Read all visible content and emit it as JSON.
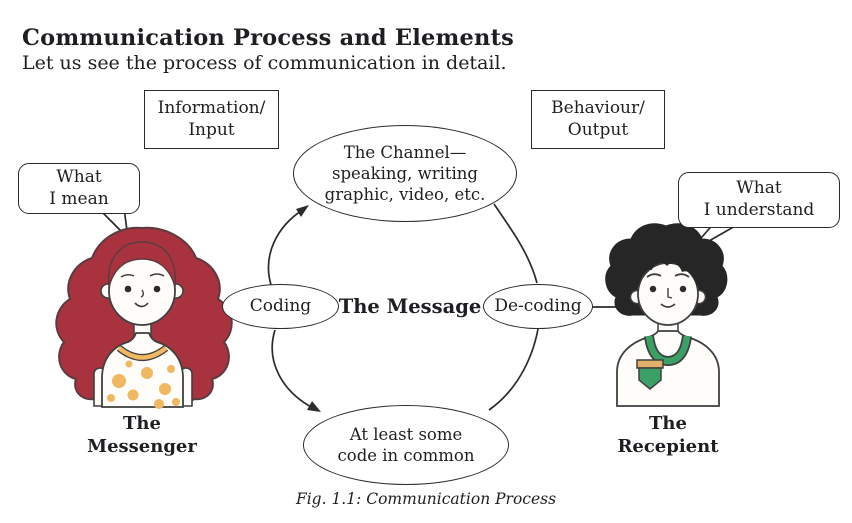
{
  "page": {
    "title": "Communication Process and Elements",
    "subtitle": "Let us see the process of communication in detail.",
    "caption": "Fig. 1.1: Communication Process"
  },
  "diagram": {
    "input_box": {
      "line1": "Information/",
      "line2": "Input"
    },
    "output_box": {
      "line1": "Behaviour/",
      "line2": "Output"
    },
    "messenger_bubble": {
      "line1": "What",
      "line2": "I mean"
    },
    "recipient_bubble": {
      "line1": "What",
      "line2": "I understand"
    },
    "channel_ellipse": {
      "line1": "The Channel—",
      "line2": "speaking, writing",
      "line3": "graphic, video, etc."
    },
    "coding_ellipse": {
      "label": "Coding"
    },
    "decoding_ellipse": {
      "label": "De-coding"
    },
    "message_label": "The Message",
    "common_code_ellipse": {
      "line1": "At least some",
      "line2": "code in common"
    },
    "messenger_label": {
      "line1": "The",
      "line2": "Messenger"
    },
    "recipient_label": {
      "line1": "The",
      "line2": "Recepient"
    }
  },
  "colors": {
    "line": "#2b2b2b",
    "text": "#1f1f23",
    "hair_red": "#a8333f",
    "hair_red_outline": "#5c3a41",
    "hair_black": "#262626",
    "skin_white": "#fffdfa",
    "accent_yellow": "#f0b860",
    "accent_green": "#3ba065",
    "pocket_tan": "#e0b06a"
  }
}
